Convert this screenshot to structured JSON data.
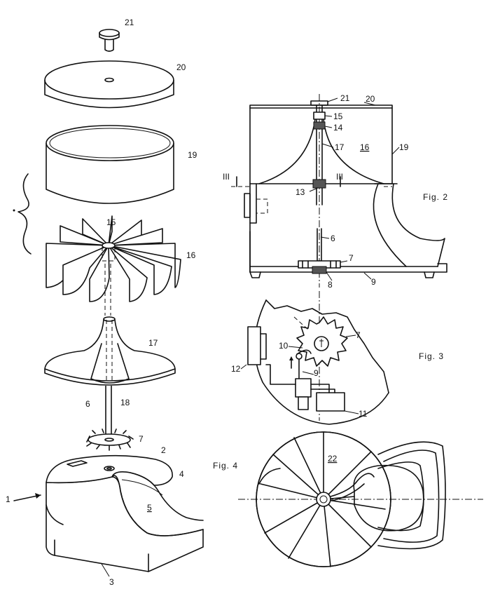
{
  "figure_labels": {
    "fig2": "Fig. 2",
    "fig3": "Fig. 3",
    "fig4": "Fig. 4"
  },
  "reference_numerals": {
    "n1": "1",
    "n2": "2",
    "n3": "3",
    "n4": "4",
    "n5": "5",
    "n6": "6",
    "n7": "7",
    "n8": "8",
    "n9": "9",
    "n10": "10",
    "n11": "11",
    "n12": "12",
    "n13": "13",
    "n14": "14",
    "n15": "15",
    "n16": "16",
    "n17": "17",
    "n18": "18",
    "n19": "19",
    "n20": "20",
    "n21": "21",
    "n22": "22"
  },
  "section_marks": {
    "left": "III",
    "right": "III"
  }
}
